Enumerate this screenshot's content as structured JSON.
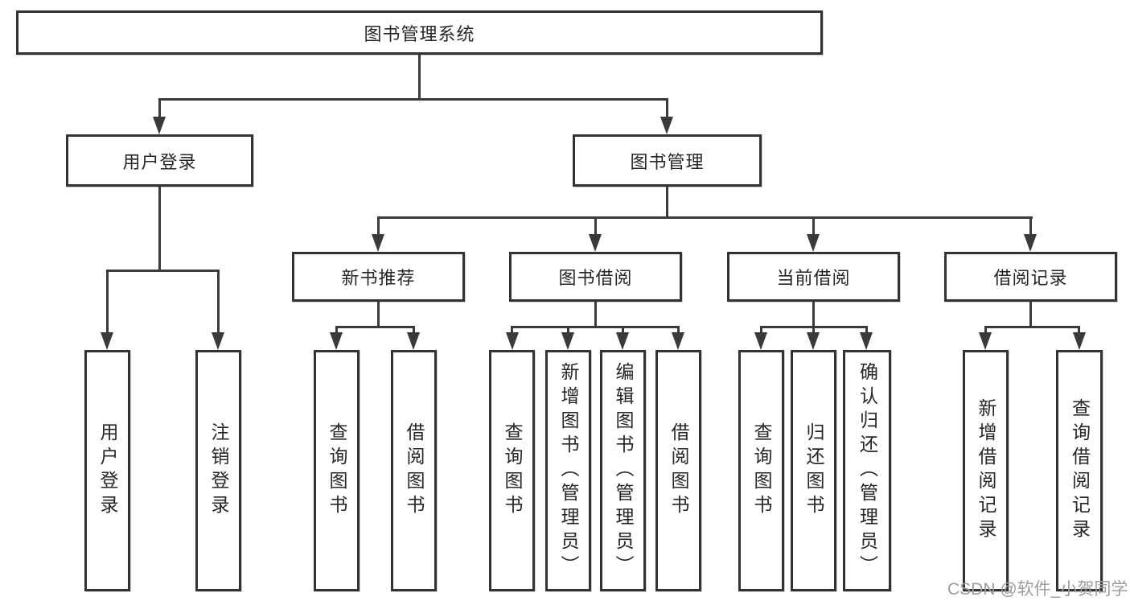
{
  "diagram": {
    "type": "hierarchy",
    "line_color": "#3a3a3a",
    "box_border_color": "#333333",
    "root": {
      "label": "图书管理系统"
    },
    "branches": [
      {
        "label": "用户登录",
        "children": [
          {
            "label": "用户登录"
          },
          {
            "label": "注销登录"
          }
        ]
      },
      {
        "label": "图书管理",
        "children": [
          {
            "label": "新书推荐",
            "children": [
              {
                "label": "查询图书"
              },
              {
                "label": "借阅图书"
              }
            ]
          },
          {
            "label": "图书借阅",
            "children": [
              {
                "label": "查询图书"
              },
              {
                "label": "新增图书（管理员）"
              },
              {
                "label": "编辑图书（管理员）"
              },
              {
                "label": "借阅图书"
              }
            ]
          },
          {
            "label": "当前借阅",
            "children": [
              {
                "label": "查询图书"
              },
              {
                "label": "归还图书"
              },
              {
                "label": "确认归还（管理员）"
              }
            ]
          },
          {
            "label": "借阅记录",
            "children": [
              {
                "label": "新增借阅记录"
              },
              {
                "label": "查询借阅记录"
              }
            ]
          }
        ]
      }
    ]
  },
  "watermark": {
    "text": "CSDN @软件_小贺同学",
    "color": "#9c9c9c"
  }
}
